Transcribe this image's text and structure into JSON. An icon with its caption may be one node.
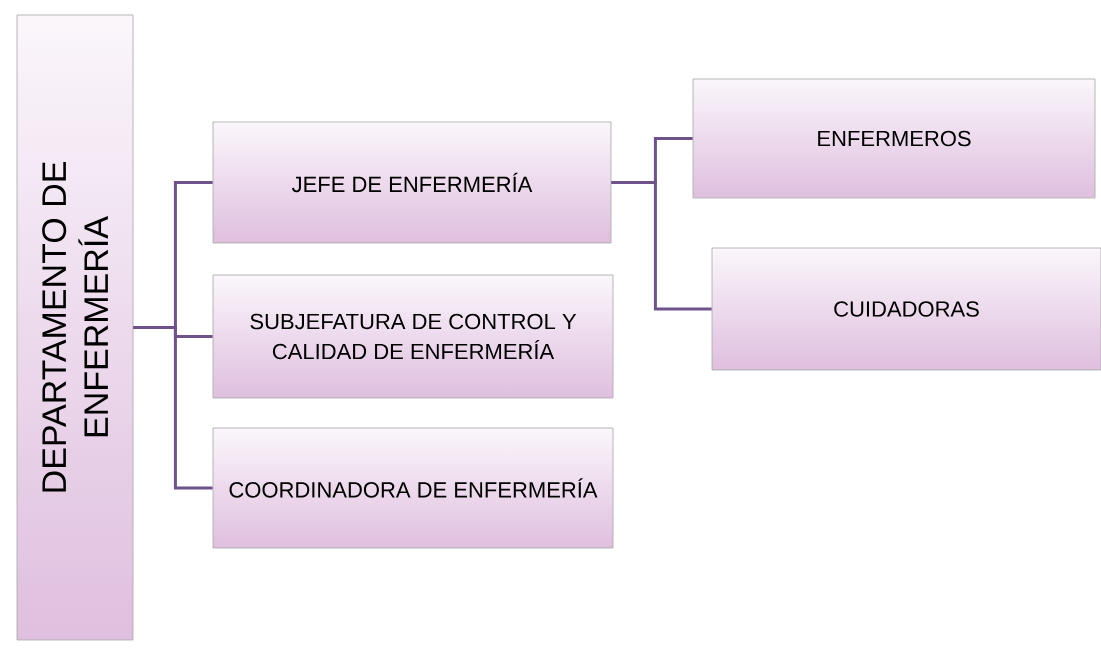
{
  "diagram": {
    "nodes": [
      {
        "text": [
          "DEPARTAMENTO DE ENFERMERÍA"
        ]
      },
      {
        "text": [
          "JEFE DE ENFERMERÍA"
        ]
      },
      {
        "text": [
          "SUBJEFATURA DE CONTROL Y CALIDAD DE ENFERMERÍA"
        ]
      },
      {
        "text": [
          "COORDINADORA DE ENFERMERÍA"
        ]
      },
      {
        "text": [
          "ENFERMEROS"
        ]
      },
      {
        "text": [
          "CUIDADORAS"
        ]
      }
    ],
    "edges": [
      {
        "from": 0,
        "to": 1,
        "arrow": "none"
      },
      {
        "from": 0,
        "to": 2,
        "arrow": "none"
      },
      {
        "from": 0,
        "to": 3,
        "arrow": "none"
      },
      {
        "from": 1,
        "to": 4,
        "arrow": "none"
      },
      {
        "from": 1,
        "to": 5,
        "arrow": "none"
      }
    ]
  }
}
